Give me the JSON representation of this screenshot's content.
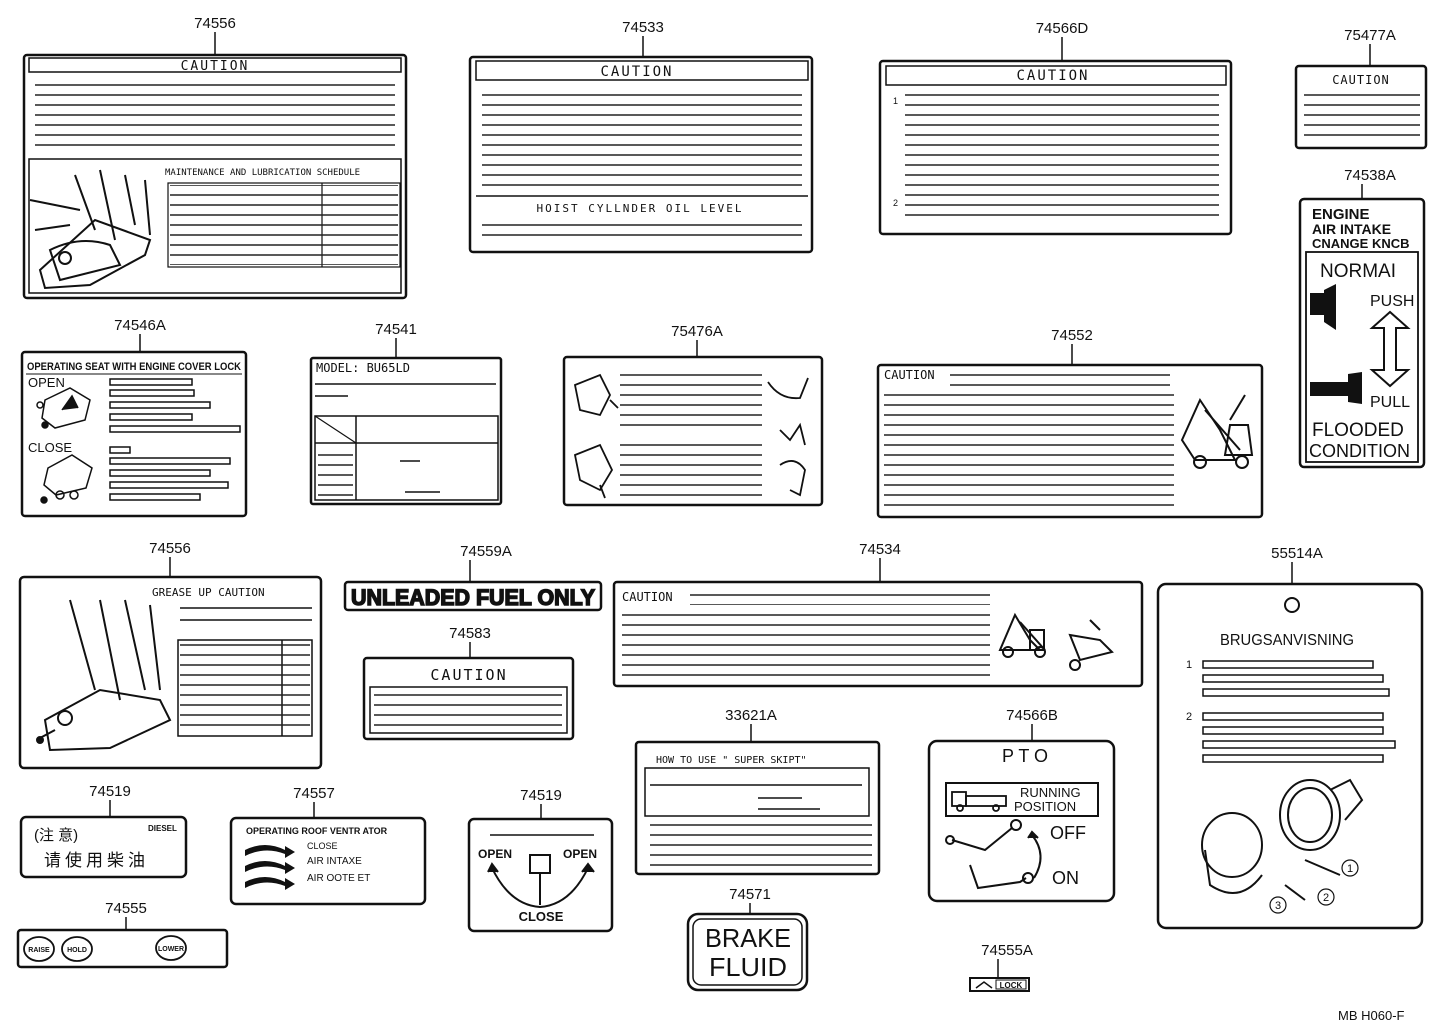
{
  "labels": {
    "l74556a": {
      "part_no": "74556",
      "heading": "CAUTION",
      "section": "MAINTENANCE AND LUBRICATION SCHEDULE"
    },
    "l74533": {
      "part_no": "74533",
      "heading": "CAUTION",
      "section": "HOIST CYLLNDER OIL LEVEL"
    },
    "l74566d": {
      "part_no": "74566D",
      "heading": "CAUTION",
      "item1": "1",
      "item2": "2"
    },
    "l75477a": {
      "part_no": "75477A",
      "heading": "CAUTION"
    },
    "l74538a": {
      "part_no": "74538A",
      "title1": "ENGINE",
      "title2": "AIR INTAKE",
      "title3": "CNANGE KNCB",
      "mode": "NORMAI",
      "push": "PUSH",
      "pull": "PULL",
      "cond1": "FLOODED",
      "cond2": "CONDITION"
    },
    "l74546a": {
      "part_no": "74546A",
      "title": "OPERATING SEAT WITH ENGINE COVER LOCK",
      "open": "OPEN",
      "close": "CLOSE"
    },
    "l74541": {
      "part_no": "74541",
      "model": "MODEL: BU65LD"
    },
    "l75476a": {
      "part_no": "75476A"
    },
    "l74552": {
      "part_no": "74552",
      "heading": "CAUTION"
    },
    "l74556b": {
      "part_no": "74556",
      "title": "GREASE UP CAUTION"
    },
    "l74559a": {
      "part_no": "74559A",
      "text": "UNLEADED FUEL ONLY"
    },
    "l74583": {
      "part_no": "74583",
      "heading": "CAUTION"
    },
    "l74534": {
      "part_no": "74534",
      "heading": "CAUTION"
    },
    "l55514a": {
      "part_no": "55514A",
      "title": "BRUGSANVISNING",
      "item1": "1",
      "item2": "2",
      "s1": "1",
      "s2": "2",
      "s3": "3"
    },
    "l74519a": {
      "part_no": "74519",
      "cn1": "(注 意)",
      "diesel": "DIESEL",
      "cn2": "请使用柴油"
    },
    "l74557": {
      "part_no": "74557",
      "title": "OPERATING ROOF VENTR ATOR",
      "close": "CLOSE",
      "air_intake": "AIR  INTAXE",
      "air_outlet": "AIR  OOTE ET"
    },
    "l74519b": {
      "part_no": "74519",
      "open_left": "OPEN",
      "open_right": "OPEN",
      "close": "CLOSE"
    },
    "l33621a": {
      "part_no": "33621A",
      "title": "HOW TO USE \" SUPER  SKIPT\""
    },
    "l74566b": {
      "part_no": "74566B",
      "pto": "P T O",
      "running": "RUNNING",
      "position": "POSITION",
      "off": "OFF",
      "on": "ON"
    },
    "l74555": {
      "part_no": "74555",
      "raise": "RAISE",
      "hold": "HOLD",
      "lower": "LOWER"
    },
    "l74571": {
      "part_no": "74571",
      "line1": "BRAKE",
      "line2": "FLUID"
    },
    "l74555a": {
      "part_no": "74555A",
      "text": "LOCK"
    }
  },
  "diagram_code": "MB H060-F"
}
